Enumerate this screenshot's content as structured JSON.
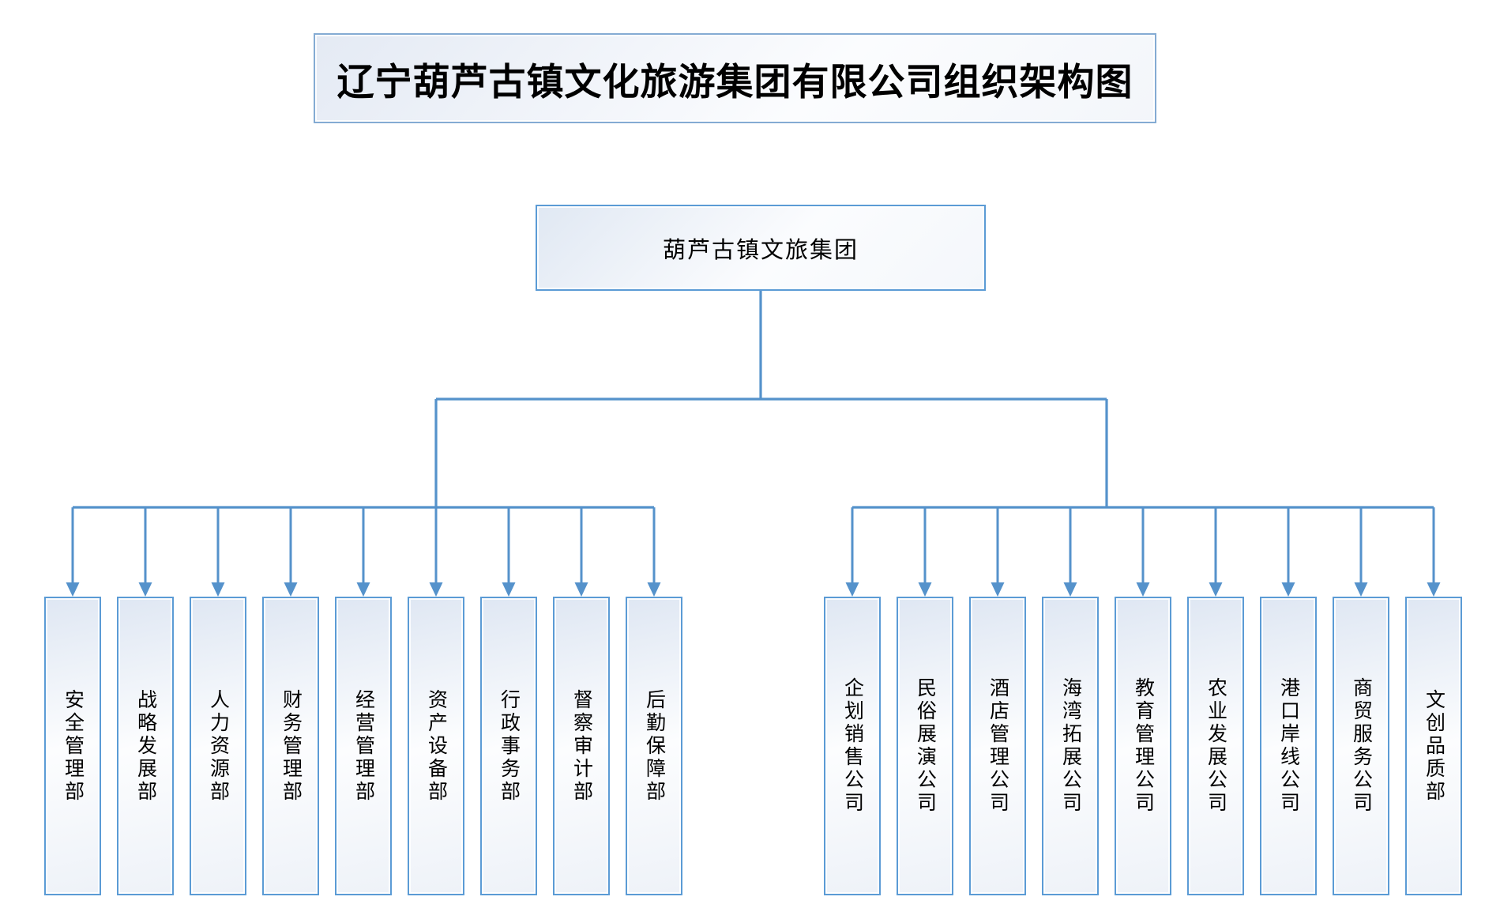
{
  "diagram": {
    "title": "辽宁葫芦古镇文化旅游集团有限公司组织架构图",
    "root": {
      "label": "葫芦古镇文旅集团"
    },
    "left_branch": {
      "items": [
        "安全管理部",
        "战略发展部",
        "人力资源部",
        "财务管理部",
        "经营管理部",
        "资产设备部",
        "行政事务部",
        "督察审计部",
        "后勤保障部"
      ]
    },
    "right_branch": {
      "items": [
        "企划销售公司",
        "民俗展演公司",
        "酒店管理公司",
        "海湾拓展公司",
        "教育管理公司",
        "农业发展公司",
        "港口岸线公司",
        "商贸服务公司",
        "文创品质部"
      ]
    },
    "colors": {
      "connector": "#5592CB",
      "node_border": "#5B9BD5",
      "title_border": "#84ABD3"
    }
  }
}
